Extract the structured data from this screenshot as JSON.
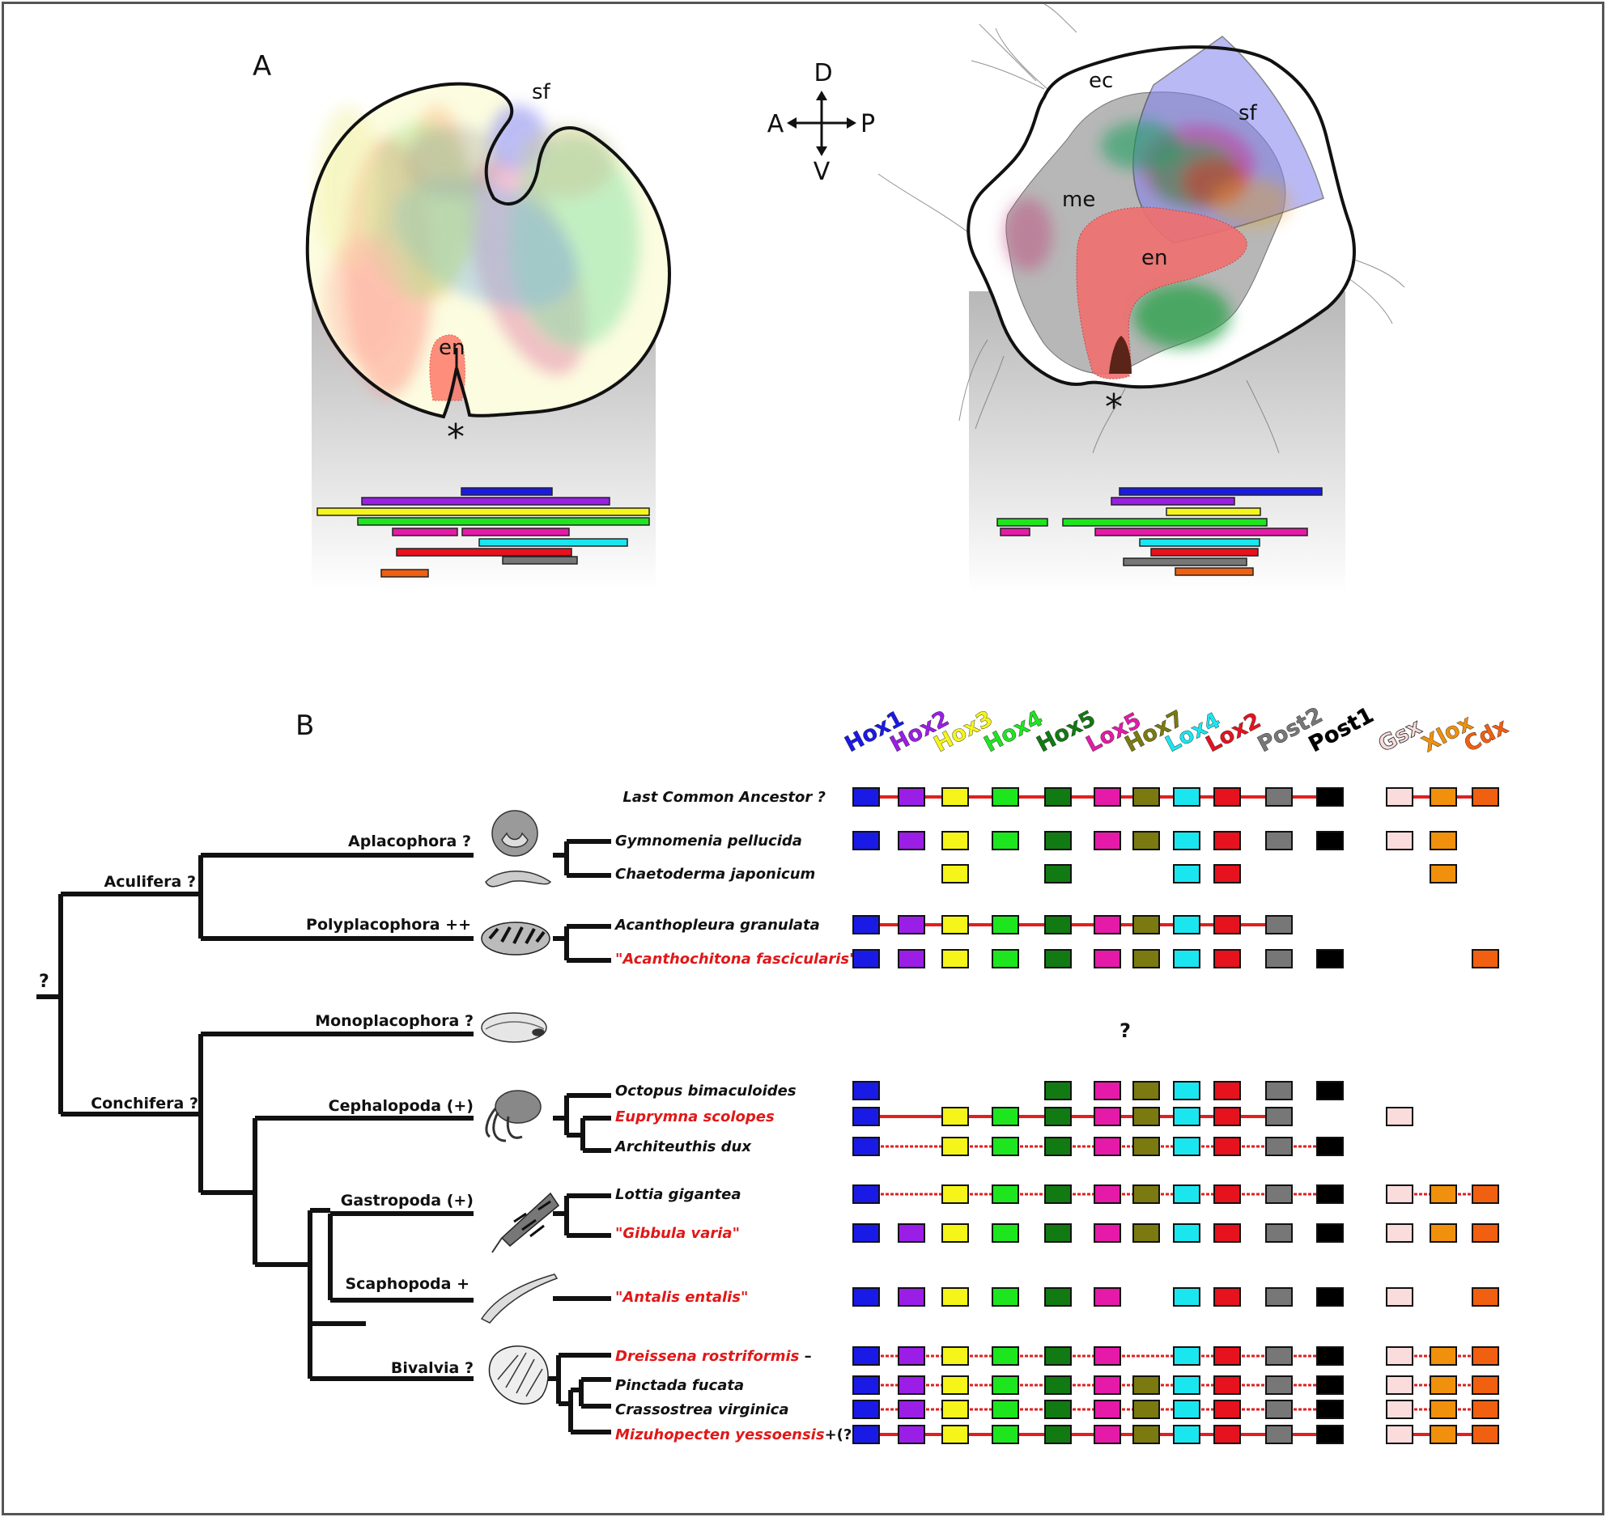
{
  "panel_a": {
    "letter": "A",
    "left_labels": {
      "sf": "sf",
      "en": "en",
      "star": "*"
    },
    "right_labels": {
      "ec": "ec",
      "sf": "sf",
      "me": "me",
      "en": "en",
      "star": "*"
    },
    "compass": {
      "up": "D",
      "down": "V",
      "left": "A",
      "right": "P"
    }
  },
  "panel_b": {
    "letter": "B",
    "genes": [
      {
        "label": "Hox1",
        "color": "#1a1ae6"
      },
      {
        "label": "Hox2",
        "color": "#9a1ee6"
      },
      {
        "label": "Hox3",
        "color": "#f5f51a"
      },
      {
        "label": "Hox4",
        "color": "#1ee61e"
      },
      {
        "label": "Hox5",
        "color": "#127a12"
      },
      {
        "label": "Lox5",
        "color": "#e61aa8"
      },
      {
        "label": "Hox7",
        "color": "#7a7a10"
      },
      {
        "label": "Lox4",
        "color": "#1ae6f0"
      },
      {
        "label": "Lox2",
        "color": "#e6121e"
      },
      {
        "label": "Post2",
        "color": "#777777"
      },
      {
        "label": "Post1",
        "color": "#000000"
      },
      {
        "label": "Gsx",
        "color": "#fadcdc"
      },
      {
        "label": "Xlox",
        "color": "#f0900c"
      },
      {
        "label": "Cdx",
        "color": "#f06010"
      }
    ],
    "root_label": "?",
    "clades": {
      "aculifera": "Aculifera ?",
      "conchifera": "Conchifera ?",
      "aplacophora": "Aplacophora ?",
      "polyplacophora": "Polyplacophora ++",
      "monoplacophora": "Monoplacophora ?",
      "cephalopoda": "Cephalopoda (+)",
      "gastropoda": "Gastropoda (+)",
      "scaphopoda": "Scaphopoda +",
      "bivalvia": "Bivalvia ?"
    },
    "monoplacophora_unknown": "?",
    "rows": [
      {
        "name": "Last Common Ancestor ?",
        "italic": false,
        "red": false,
        "suffix": "",
        "genes": [
          1,
          1,
          1,
          1,
          1,
          1,
          1,
          1,
          1,
          1,
          1,
          1,
          1,
          1
        ],
        "links": "solid"
      },
      {
        "name": "Gymnomenia pellucida",
        "italic": true,
        "red": false,
        "suffix": "",
        "genes": [
          1,
          1,
          1,
          1,
          1,
          1,
          1,
          1,
          1,
          1,
          1,
          1,
          1,
          0
        ],
        "links": "none"
      },
      {
        "name": "Chaetoderma japonicum",
        "italic": true,
        "red": false,
        "suffix": "",
        "genes": [
          0,
          0,
          1,
          0,
          1,
          0,
          0,
          1,
          1,
          0,
          0,
          0,
          1,
          0
        ],
        "links": "none"
      },
      {
        "name": "Acanthopleura granulata",
        "italic": true,
        "red": false,
        "suffix": "",
        "genes": [
          1,
          1,
          1,
          1,
          1,
          1,
          1,
          1,
          1,
          1,
          0,
          0,
          0,
          0
        ],
        "links": "solid"
      },
      {
        "name": "\"Acanthochitona fascicularis\"",
        "italic": true,
        "red": true,
        "suffix": "",
        "genes": [
          1,
          1,
          1,
          1,
          1,
          1,
          1,
          1,
          1,
          1,
          1,
          0,
          0,
          1
        ],
        "links": "none"
      },
      {
        "name": "Octopus bimaculoides",
        "italic": true,
        "red": false,
        "suffix": "",
        "genes": [
          1,
          0,
          0,
          0,
          1,
          1,
          1,
          1,
          1,
          1,
          1,
          0,
          0,
          0
        ],
        "links": "none"
      },
      {
        "name": "Euprymna scolopes",
        "italic": true,
        "red": true,
        "suffix": "",
        "genes": [
          1,
          0,
          1,
          1,
          1,
          1,
          1,
          1,
          1,
          1,
          0,
          1,
          0,
          0
        ],
        "links": "solid"
      },
      {
        "name": "Architeuthis dux",
        "italic": true,
        "red": false,
        "suffix": "",
        "genes": [
          1,
          0,
          1,
          1,
          1,
          1,
          1,
          1,
          1,
          1,
          1,
          0,
          0,
          0
        ],
        "links": "dashed"
      },
      {
        "name": "Lottia gigantea",
        "italic": true,
        "red": false,
        "suffix": "",
        "genes": [
          1,
          0,
          1,
          1,
          1,
          1,
          1,
          1,
          1,
          1,
          1,
          1,
          1,
          1
        ],
        "links": "dashed"
      },
      {
        "name": "\"Gibbula varia\"",
        "italic": true,
        "red": true,
        "suffix": "",
        "genes": [
          1,
          1,
          1,
          1,
          1,
          1,
          1,
          1,
          1,
          1,
          1,
          1,
          1,
          1
        ],
        "links": "none"
      },
      {
        "name": "\"Antalis entalis\"",
        "italic": true,
        "red": true,
        "suffix": "",
        "genes": [
          1,
          1,
          1,
          1,
          1,
          1,
          0,
          1,
          1,
          1,
          1,
          1,
          0,
          1
        ],
        "links": "none"
      },
      {
        "name": "Dreissena rostriformis",
        "italic": true,
        "red": true,
        "suffix": " –",
        "genes": [
          1,
          1,
          1,
          1,
          1,
          1,
          0,
          1,
          1,
          1,
          1,
          1,
          1,
          1
        ],
        "links": "dashed"
      },
      {
        "name": "Pinctada fucata",
        "italic": true,
        "red": false,
        "suffix": "",
        "genes": [
          1,
          1,
          1,
          1,
          1,
          1,
          1,
          1,
          1,
          1,
          1,
          1,
          1,
          1
        ],
        "links": "dashed"
      },
      {
        "name": "Crassostrea virginica",
        "italic": true,
        "red": false,
        "suffix": "",
        "genes": [
          1,
          1,
          1,
          1,
          1,
          1,
          1,
          1,
          1,
          1,
          1,
          1,
          1,
          1
        ],
        "links": "dashed"
      },
      {
        "name": "Mizuhopecten yessoensis",
        "italic": true,
        "red": true,
        "suffix": "+(?)",
        "genes": [
          1,
          1,
          1,
          1,
          1,
          1,
          1,
          1,
          1,
          1,
          1,
          1,
          1,
          1
        ],
        "links": "solid"
      }
    ]
  }
}
